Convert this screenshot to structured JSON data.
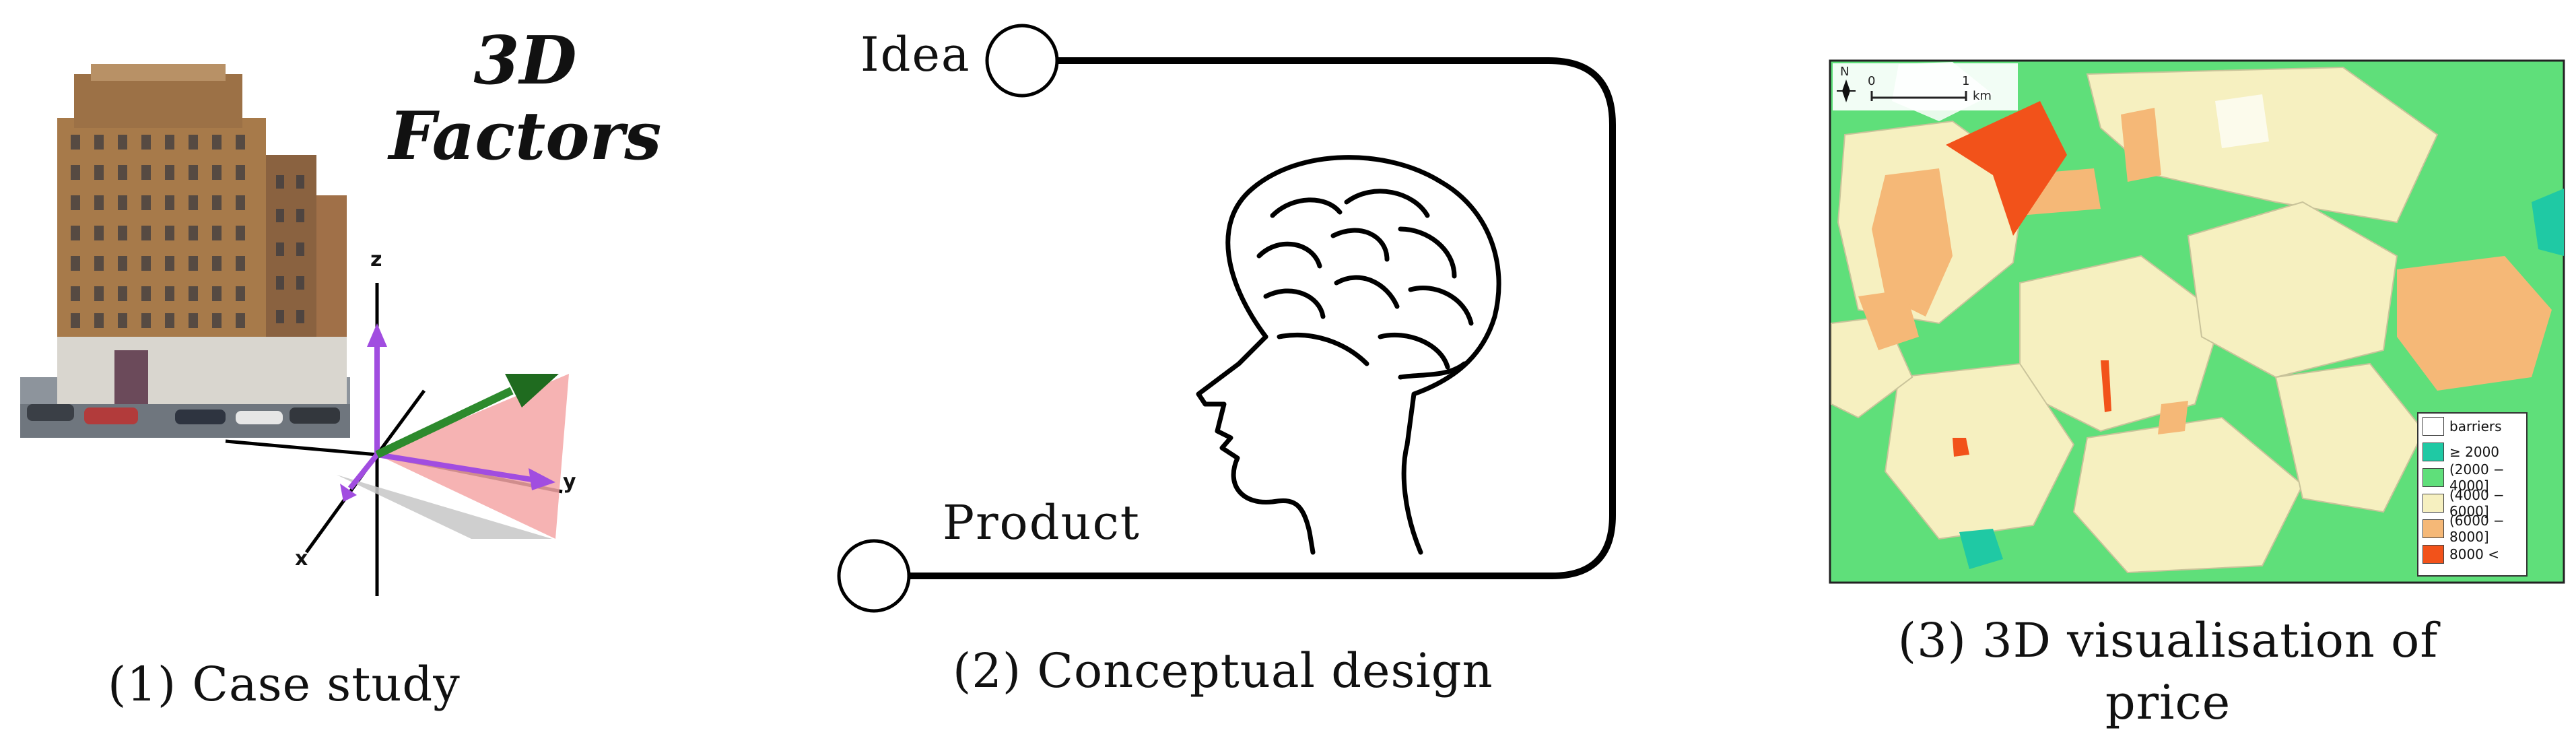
{
  "panel1": {
    "title_line1": "3D",
    "title_line2": "Factors",
    "caption": "(1) Case study",
    "axes": {
      "z": "z",
      "y": "y",
      "x": "x"
    }
  },
  "panel2": {
    "start_label": "Idea",
    "end_label": "Product",
    "caption": "(2) Conceptual design"
  },
  "panel3": {
    "caption_line1": "(3) 3D visualisation of",
    "caption_line2": "price",
    "north": "N",
    "scale_start": "0",
    "scale_end": "1",
    "scale_unit": "km",
    "legend": [
      {
        "label": "barriers",
        "color": "#ffffff"
      },
      {
        "label": "≥ 2000",
        "color": "#1fc9a4"
      },
      {
        "label": "(2000 − 4000]",
        "color": "#5fdf7a"
      },
      {
        "label": "(4000 − 6000]",
        "color": "#f6f0c0"
      },
      {
        "label": "(6000 − 8000]",
        "color": "#f5b877"
      },
      {
        "label": "8000 <",
        "color": "#f2521a"
      }
    ]
  }
}
